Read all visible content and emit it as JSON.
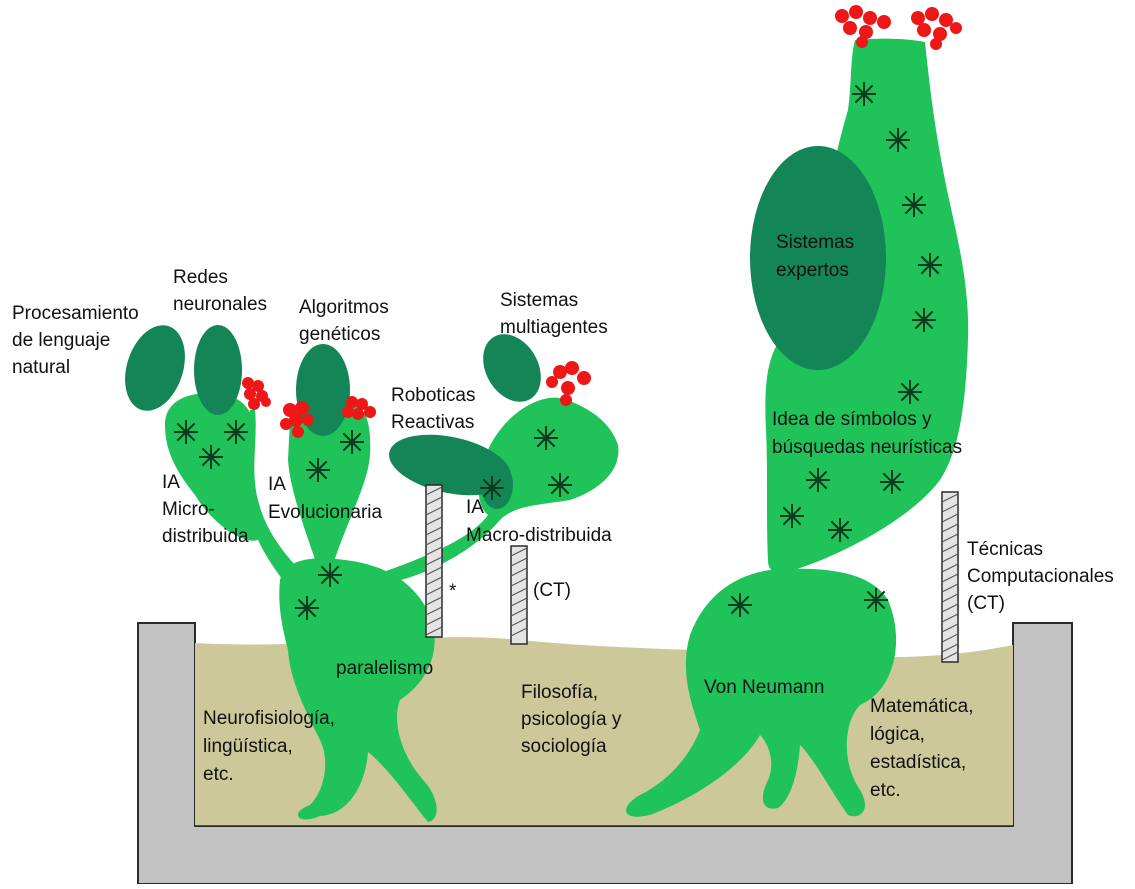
{
  "colors": {
    "plant": "#20c35a",
    "leaf_dark": "#138556",
    "flower": "#ee1616",
    "soil": "#cdc89a",
    "pot": "#c2c2c2",
    "pot_edge": "#2b2b2b",
    "star": "#0c3a1c",
    "stake_fill": "#e4e4e4"
  },
  "labels": {
    "procesamiento": [
      "Procesamiento",
      "de lenguaje",
      "natural"
    ],
    "redes": [
      "Redes",
      "neuronales"
    ],
    "algoritmos": [
      "Algoritmos",
      "genéticos"
    ],
    "multiagentes": [
      "Sistemas",
      "multiagentes"
    ],
    "roboticas": [
      "Roboticas",
      "Reactivas"
    ],
    "ia_micro": [
      "IA",
      "Micro-",
      "distribuida"
    ],
    "ia_evolucionaria": [
      "IA",
      "Evolucionaria"
    ],
    "ia_macro": [
      "IA",
      "Macro-distribuida"
    ],
    "asterisk": "*",
    "ct_left": "(CT)",
    "paralelismo": "paralelismo",
    "sistemas_expertos": [
      "Sistemas",
      "expertos"
    ],
    "idea_simbolos": [
      "Idea de símbolos y",
      "búsquedas neurísticas"
    ],
    "tecnicas": [
      "Técnicas",
      "Computacionales",
      "(CT)"
    ],
    "von_neumann": "Von Neumann",
    "neurofisiologia": [
      "Neurofisiología,",
      "lingüística,",
      "etc."
    ],
    "filosofia": [
      "Filosofía,",
      "psicología y",
      "sociología"
    ],
    "matematica": [
      "Matemática,",
      "lógica,",
      "estadística,",
      "etc."
    ]
  }
}
